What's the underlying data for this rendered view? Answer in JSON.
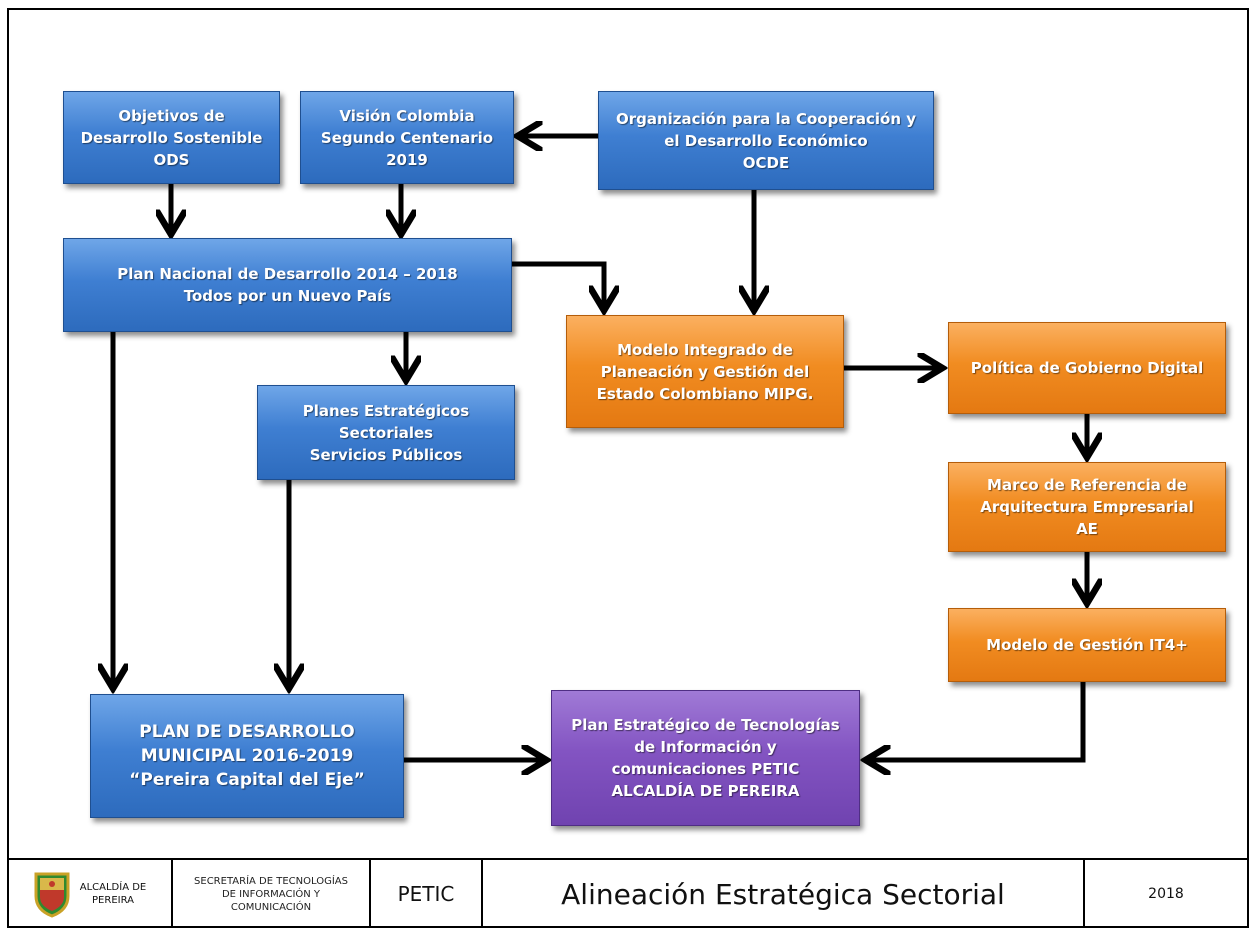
{
  "diagram": {
    "ods": "Objetivos de\nDesarrollo Sostenible\nODS",
    "vision": "Visión Colombia\nSegundo Centenario\n2019",
    "ocde": "Organización para la Cooperación y\nel Desarrollo Económico\nOCDE",
    "pnd": "Plan Nacional de Desarrollo 2014 – 2018\nTodos por un Nuevo País",
    "mipg": "Modelo Integrado de\nPlaneación y Gestión del\nEstado Colombiano MIPG.",
    "gobierno_digital": "Política de Gobierno Digital",
    "planes_estrategicos": "Planes Estratégicos\nSectoriales\nServicios Públicos",
    "marco_referencia": "Marco de Referencia de\nArquitectura Empresarial\nAE",
    "it4": "Modelo de Gestión IT4+",
    "plan_municipal": "PLAN DE DESARROLLO\nMUNICIPAL 2016-2019\n“Pereira Capital del Eje”",
    "petic_plan": "Plan Estratégico de Tecnologías\nde Información y\ncomunicaciones PETIC\nALCALDÍA DE PEREIRA"
  },
  "colors": {
    "blue": "#3f7fd2",
    "orange": "#f18c21",
    "purple": "#8354c2"
  },
  "footer": {
    "logo_text": "ALCALDÍA DE\nPEREIRA",
    "secretaria": "SECRETARÍA DE TECNOLOGÍAS\nDE INFORMACIÓN Y\nCOMUNICACIÓN",
    "doc": "PETIC",
    "title": "Alineación Estratégica Sectorial",
    "year": "2018"
  }
}
